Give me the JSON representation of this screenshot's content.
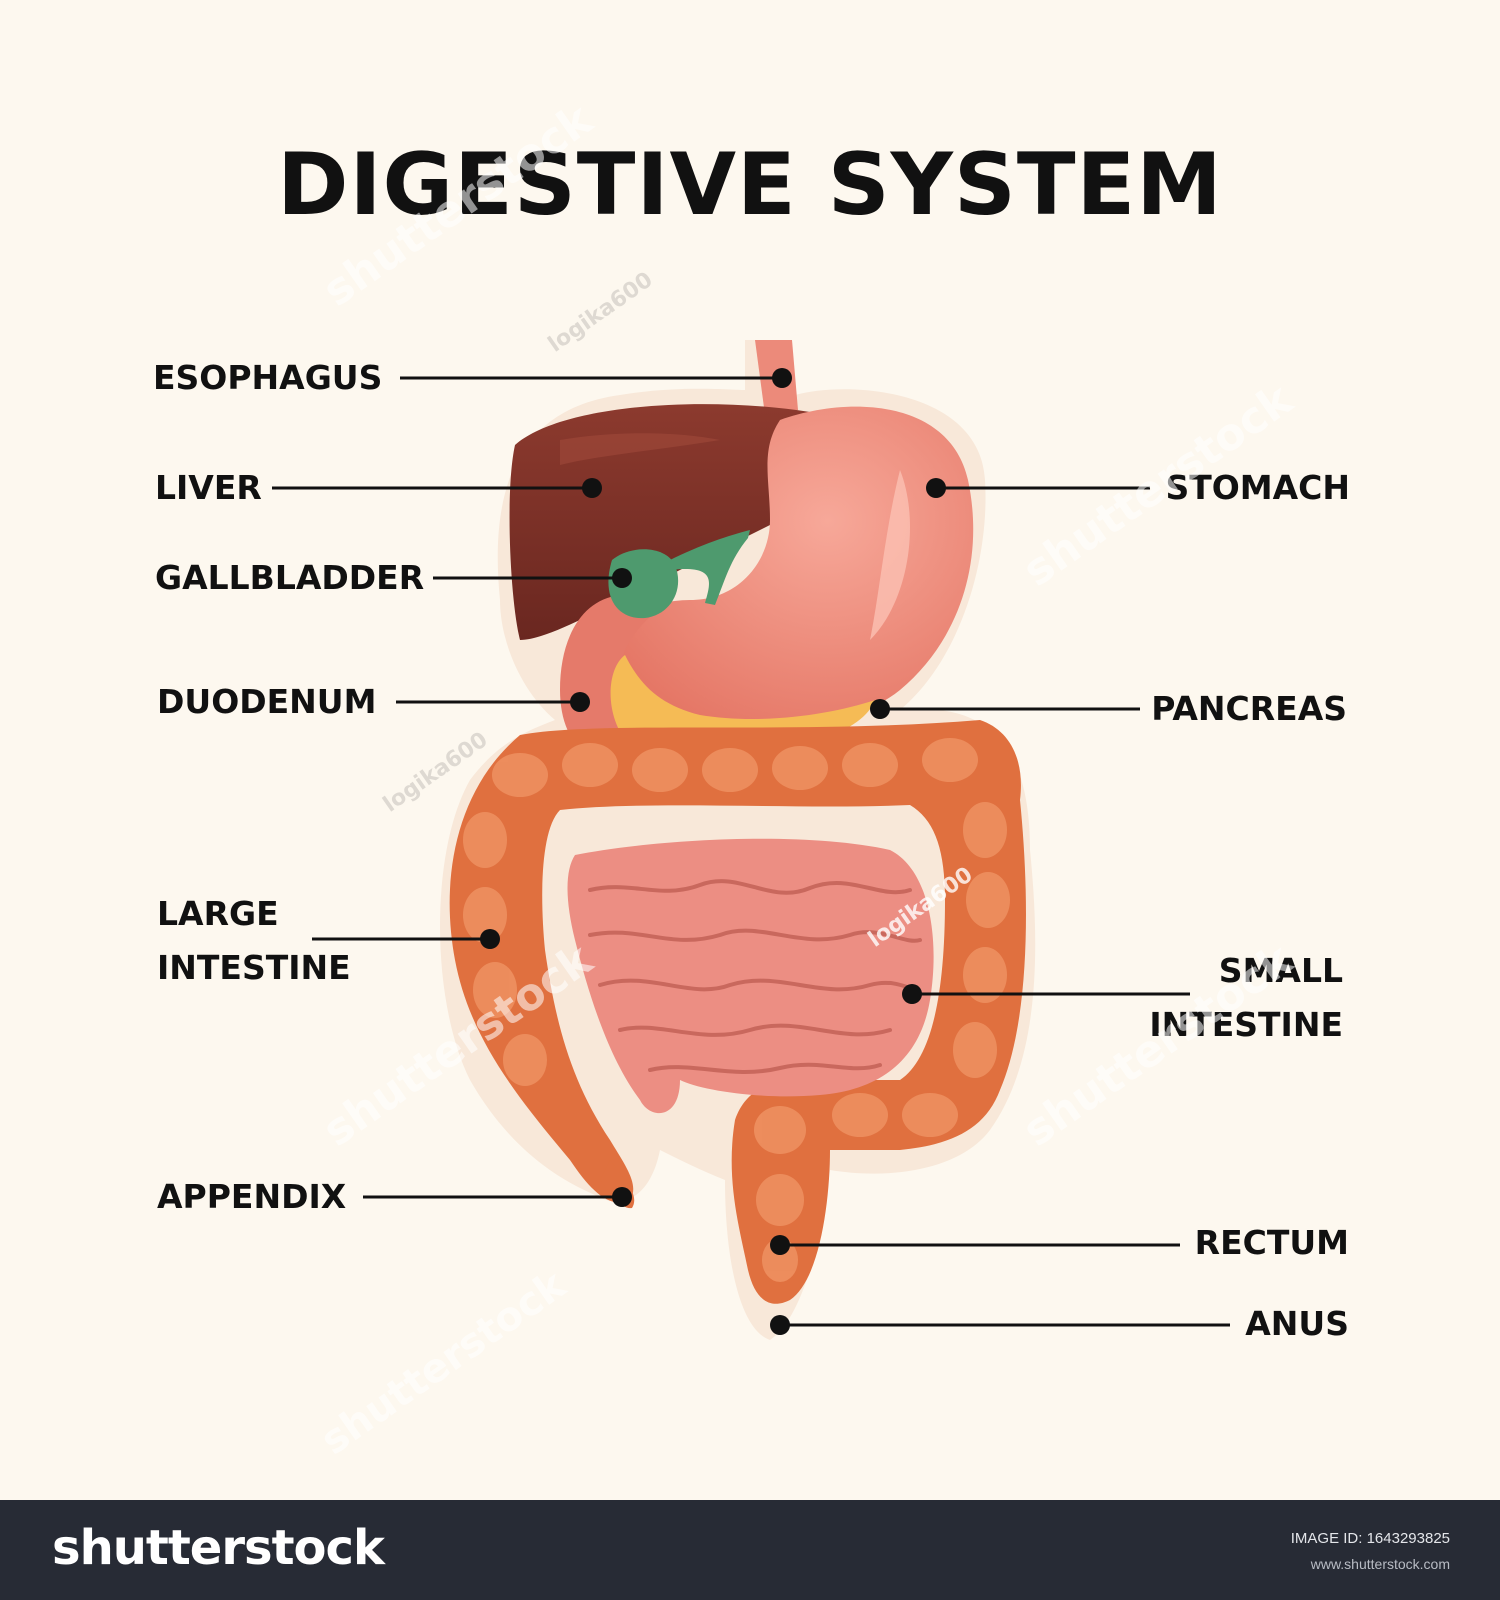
{
  "title": "DIGESTIVE SYSTEM",
  "labels": {
    "esophagus": "ESOPHAGUS",
    "liver": "LIVER",
    "gallbladder": "GALLBLADDER",
    "duodenum": "DUODENUM",
    "large_intestine_1": "LARGE",
    "large_intestine_2": "INTESTINE",
    "appendix": "APPENDIX",
    "stomach": "STOMACH",
    "pancreas": "PANCREAS",
    "small_intestine_1": "SMALL",
    "small_intestine_2": "INTESTINE",
    "rectum": "RECTUM",
    "anus": "ANUS"
  },
  "watermarks": {
    "brand_mark": "shutterstock",
    "author_mark": "logika600"
  },
  "footer": {
    "brand": "shutterstock",
    "image_id": "IMAGE ID: 1643293825",
    "url": "www.shutterstock.com"
  },
  "colors": {
    "background": "#fdf8ef",
    "liver": "#7a2e24",
    "stomach": "#ee8877",
    "gallbladder": "#4e9a6e",
    "pancreas": "#f5bb55",
    "large_intestine": "#e0703f",
    "small_intestine": "#ec8e83",
    "footer": "#272b35"
  }
}
